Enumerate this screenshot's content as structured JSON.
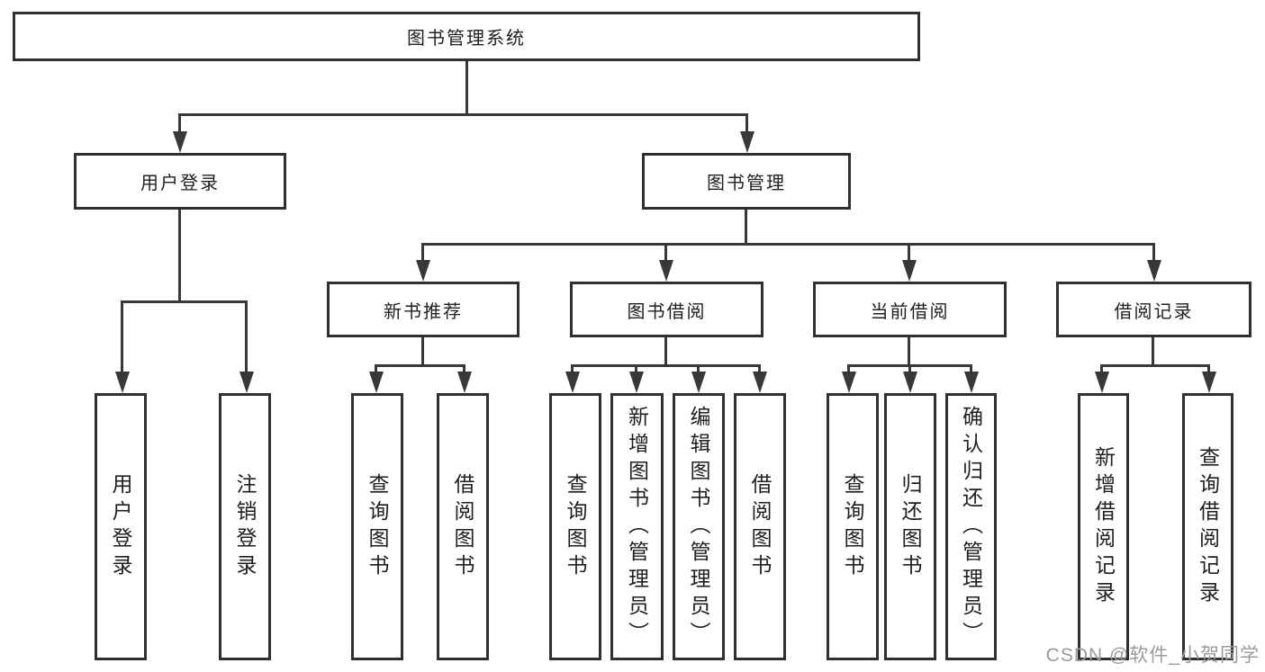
{
  "diagram": {
    "type": "hierarchy-tree",
    "colors": {
      "background": "#ffffff",
      "node_border": "#2f2f2f",
      "node_fill": "#ffffff",
      "connector": "#383838",
      "text": "#1f1f1f",
      "watermark_text": "#9b9b9b"
    },
    "tree": {
      "label": "图书管理系统",
      "children": [
        {
          "label": "用户登录",
          "children": [
            {
              "label": "用户登录"
            },
            {
              "label": "注销登录"
            }
          ]
        },
        {
          "label": "图书管理",
          "children": [
            {
              "label": "新书推荐",
              "children": [
                {
                  "label": "查询图书"
                },
                {
                  "label": "借阅图书"
                }
              ]
            },
            {
              "label": "图书借阅",
              "children": [
                {
                  "label": "查询图书"
                },
                {
                  "label": "新增图书（管理员）"
                },
                {
                  "label": "编辑图书（管理员）"
                },
                {
                  "label": "借阅图书"
                }
              ]
            },
            {
              "label": "当前借阅",
              "children": [
                {
                  "label": "查询图书"
                },
                {
                  "label": "归还图书"
                },
                {
                  "label": "确认归还（管理员）"
                }
              ]
            },
            {
              "label": "借阅记录",
              "children": [
                {
                  "label": "新增借阅记录"
                },
                {
                  "label": "查询借阅记录"
                }
              ]
            }
          ]
        }
      ]
    }
  },
  "watermark": {
    "text": "CSDN @软件_小贺同学"
  }
}
